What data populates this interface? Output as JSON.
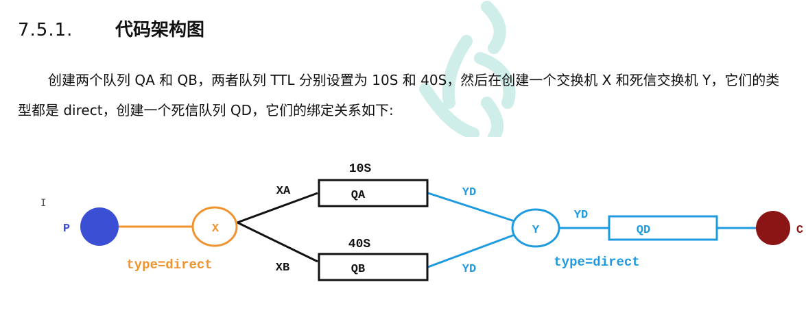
{
  "section": {
    "number": "7.5.1.",
    "title": "代码架构图"
  },
  "paragraph": "创建两个队列 QA 和 QB，两者队列 TTL 分别设置为 10S 和 40S，然后在创建一个交换机 X 和死信交换机 Y，它们的类型都是 direct，创建一个死信队列 QD，它们的绑定关系如下:",
  "diagram": {
    "producer": "P",
    "consumer": "C",
    "exchange_x": "X",
    "exchange_y": "Y",
    "queue_a": "QA",
    "queue_b": "QB",
    "queue_d": "QD",
    "ttl_a": "10S",
    "ttl_b": "40S",
    "key_xa": "XA",
    "key_xb": "XB",
    "key_yd_a": "YD",
    "key_yd_b": "YD",
    "key_yd_out": "YD",
    "type_x": "type=direct",
    "type_y": "type=direct",
    "colors": {
      "producer": "#3b4fd4",
      "exchange_x": "#f0932e",
      "exchange_y": "#1e9be0",
      "consumer": "#8b1414",
      "queue_border": "#111111"
    }
  },
  "cursor_glyph": "I"
}
